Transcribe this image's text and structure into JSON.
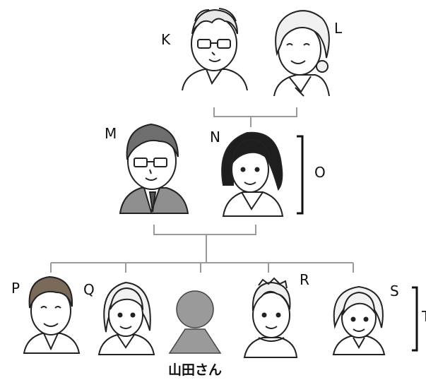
{
  "labels": {
    "K": "K",
    "L": "L",
    "M": "M",
    "N": "N",
    "O": "O",
    "P": "P",
    "Q": "Q",
    "R": "R",
    "S": "S",
    "T": "T"
  },
  "self_name": "山田さん",
  "colors": {
    "ink": "#222222",
    "skin": "#ffffff",
    "dark_hair": "#2a2a2a",
    "brown_hair": "#8a7a6a",
    "suit": "#8f8f8f",
    "self_silhouette": "#9a9a9a",
    "line": "#9a9a9a"
  },
  "people": [
    {
      "id": "K",
      "icon": "grandfather-with-glasses-icon"
    },
    {
      "id": "L",
      "icon": "grandmother-icon"
    },
    {
      "id": "M",
      "icon": "father-with-glasses-icon"
    },
    {
      "id": "N",
      "icon": "mother-icon"
    },
    {
      "id": "P",
      "icon": "older-brother-icon"
    },
    {
      "id": "Q",
      "icon": "older-sister-icon"
    },
    {
      "id": "self",
      "icon": "yamada-silhouette-icon"
    },
    {
      "id": "R",
      "icon": "younger-brother-icon"
    },
    {
      "id": "S",
      "icon": "younger-sister-icon"
    }
  ]
}
